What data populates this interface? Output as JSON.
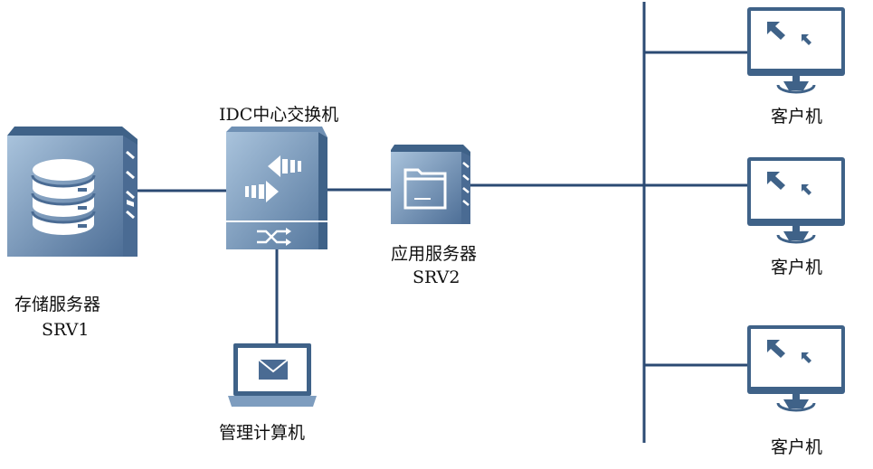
{
  "nodes": {
    "storage_server": {
      "name": "存储服务器",
      "id": "SRV1",
      "icon": "database-server-icon"
    },
    "core_switch": {
      "name": "IDC中心交换机",
      "icon": "network-switch-icon"
    },
    "app_server": {
      "name": "应用服务器",
      "id": "SRV2",
      "icon": "folder-server-icon"
    },
    "mgmt_computer": {
      "name": "管理计算机",
      "icon": "laptop-mail-icon"
    },
    "clients": [
      {
        "name": "客户机",
        "icon": "client-monitor-icon"
      },
      {
        "name": "客户机",
        "icon": "client-monitor-icon"
      },
      {
        "name": "客户机",
        "icon": "client-monitor-icon"
      }
    ]
  },
  "colors": {
    "device_dark": "#4a6b93",
    "device_light": "#8fb0d0",
    "link": "#2b4a73"
  }
}
